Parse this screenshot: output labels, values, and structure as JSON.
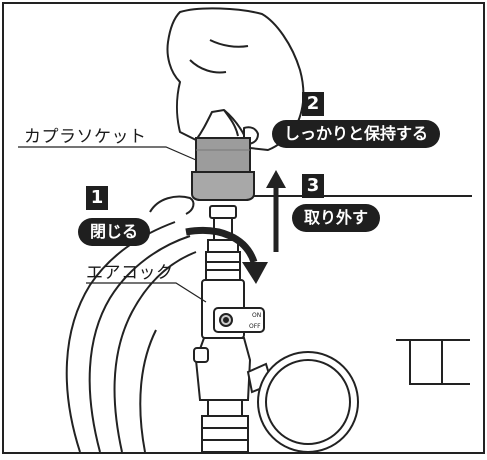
{
  "labels": {
    "coupler_socket": "カプラソケット",
    "air_cock": "エアコック"
  },
  "steps": [
    {
      "number": "1",
      "text": "閉じる"
    },
    {
      "number": "2",
      "text": "しっかりと保持する"
    },
    {
      "number": "3",
      "text": "取り外す"
    }
  ],
  "valve": {
    "on": "ON",
    "off": "OFF"
  }
}
